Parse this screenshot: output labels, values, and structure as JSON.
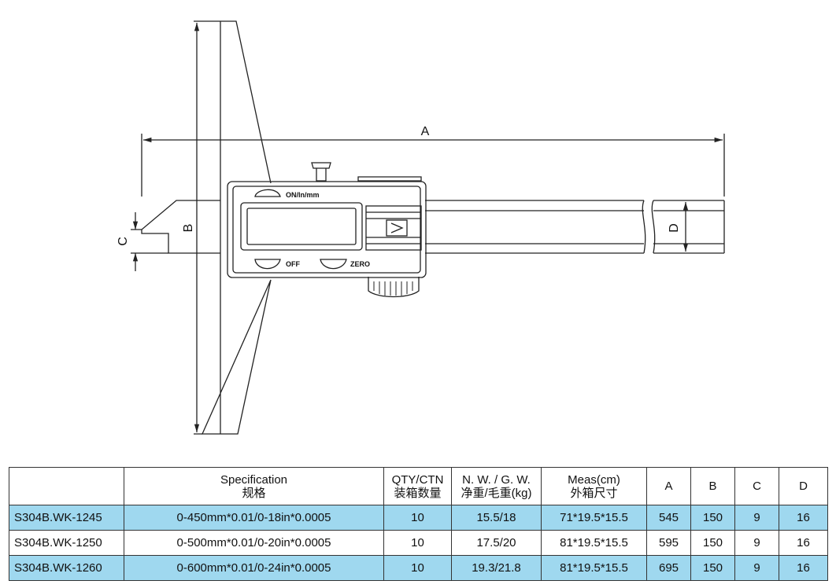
{
  "drawing": {
    "dim_labels": {
      "a": "A",
      "b": "B",
      "c": "C",
      "d": "D"
    },
    "buttons": {
      "on": "ON/In/mm",
      "off": "OFF",
      "zero": "ZERO"
    },
    "colors": {
      "line": "#222222",
      "row_highlight": "#9fd8ef"
    }
  },
  "table": {
    "headers": {
      "model": "",
      "spec_en": "Specification",
      "spec_cn": "规格",
      "qty_en": "QTY/CTN",
      "qty_cn": "装箱数量",
      "weight_en": "N. W. / G. W.",
      "weight_cn": "净重/毛重(kg)",
      "meas_en": "Meas(cm)",
      "meas_cn": "外箱尺寸",
      "a": "A",
      "b": "B",
      "c": "C",
      "d": "D"
    },
    "rows": [
      {
        "model": "S304B.WK-1245",
        "spec": "0-450mm*0.01/0-18in*0.0005",
        "qty": "10",
        "weight": "15.5/18",
        "meas": "71*19.5*15.5",
        "a": "545",
        "b": "150",
        "c": "9",
        "d": "16"
      },
      {
        "model": "S304B.WK-1250",
        "spec": "0-500mm*0.01/0-20in*0.0005",
        "qty": "10",
        "weight": "17.5/20",
        "meas": "81*19.5*15.5",
        "a": "595",
        "b": "150",
        "c": "9",
        "d": "16"
      },
      {
        "model": "S304B.WK-1260",
        "spec": "0-600mm*0.01/0-24in*0.0005",
        "qty": "10",
        "weight": "19.3/21.8",
        "meas": "81*19.5*15.5",
        "a": "695",
        "b": "150",
        "c": "9",
        "d": "16"
      }
    ]
  }
}
